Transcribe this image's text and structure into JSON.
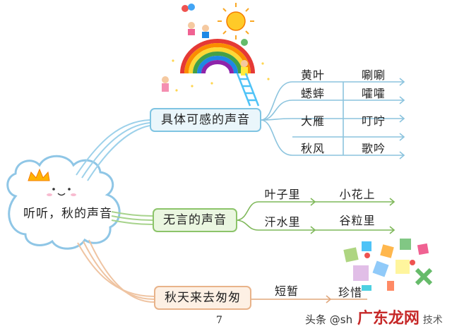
{
  "root": {
    "label": "听听，秋的声音"
  },
  "branches": [
    {
      "label": "具体可感的声音",
      "pairs": [
        {
          "left": "黄叶",
          "right": "唰唰"
        },
        {
          "left": "蟋蟀",
          "right": "嚯嚯"
        },
        {
          "left": "大雁",
          "right": "叮咛"
        },
        {
          "left": "秋风",
          "right": "歌吟"
        }
      ]
    },
    {
      "label": "无言的声音",
      "pairs": [
        {
          "left": "叶子里",
          "right": "小花上"
        },
        {
          "left": "汗水里",
          "right": "谷粒里"
        }
      ]
    },
    {
      "label": "秋天来去匆匆",
      "pairs": [
        {
          "left": "短暂",
          "right": "珍惜"
        }
      ]
    }
  ],
  "page_number": "7",
  "watermark": {
    "prefix": "头条",
    "handle": "@sh",
    "site": "广东龙网",
    "suffix": "技术"
  },
  "colors": {
    "blue": "#7fc4e2",
    "green": "#8cc46a",
    "orange": "#e8b38a",
    "cloud_outline": "#8fc6e6"
  }
}
